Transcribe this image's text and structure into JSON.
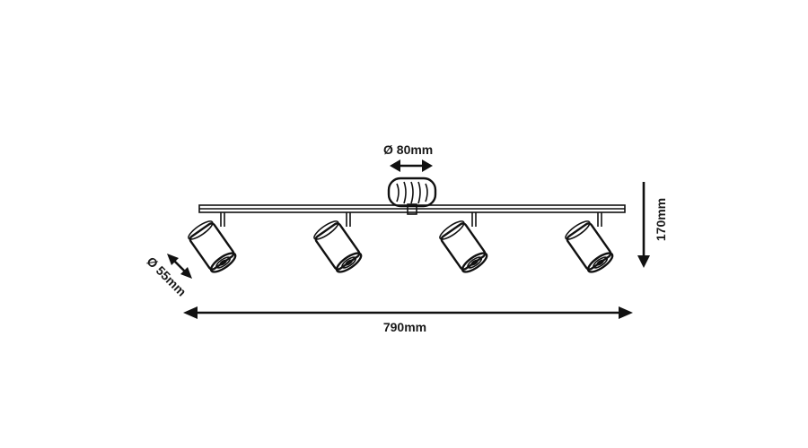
{
  "dimensions": {
    "canopy_diameter": "Ø 80mm",
    "spot_diameter": "Ø 55mm",
    "total_length": "790mm",
    "total_height": "170mm"
  },
  "spotlights": [
    {
      "id": "spot-1"
    },
    {
      "id": "spot-2"
    },
    {
      "id": "spot-3"
    },
    {
      "id": "spot-4"
    }
  ]
}
